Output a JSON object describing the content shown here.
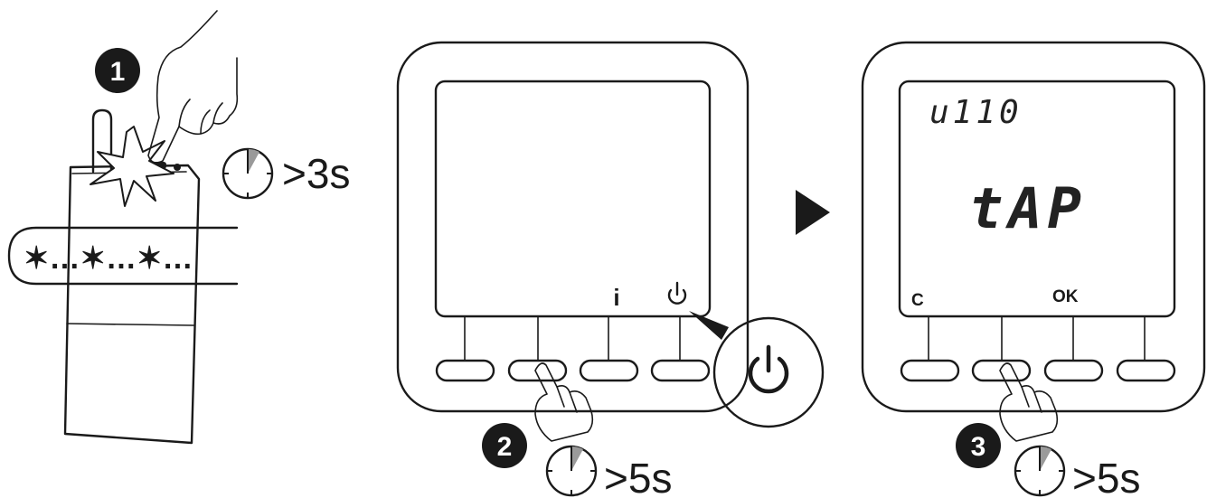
{
  "steps": [
    {
      "number": "1",
      "duration": ">3s"
    },
    {
      "number": "2",
      "duration": ">5s"
    },
    {
      "number": "3",
      "duration": ">5s"
    }
  ],
  "receiver": {
    "blink_sequence": "✶…✶…✶…"
  },
  "thermostat_before": {
    "info_key": "i",
    "power_key_icon": "power-icon",
    "pressed_button": 2
  },
  "thermostat_after": {
    "display_small": "u110",
    "display_large": "tAP",
    "left_key": "C",
    "ok_key": "OK",
    "pressed_button": 2
  },
  "colors": {
    "line": "#1a1a1a",
    "pressed_button": "#6e6e6e",
    "timer_wedge": "#9a9a9a"
  }
}
